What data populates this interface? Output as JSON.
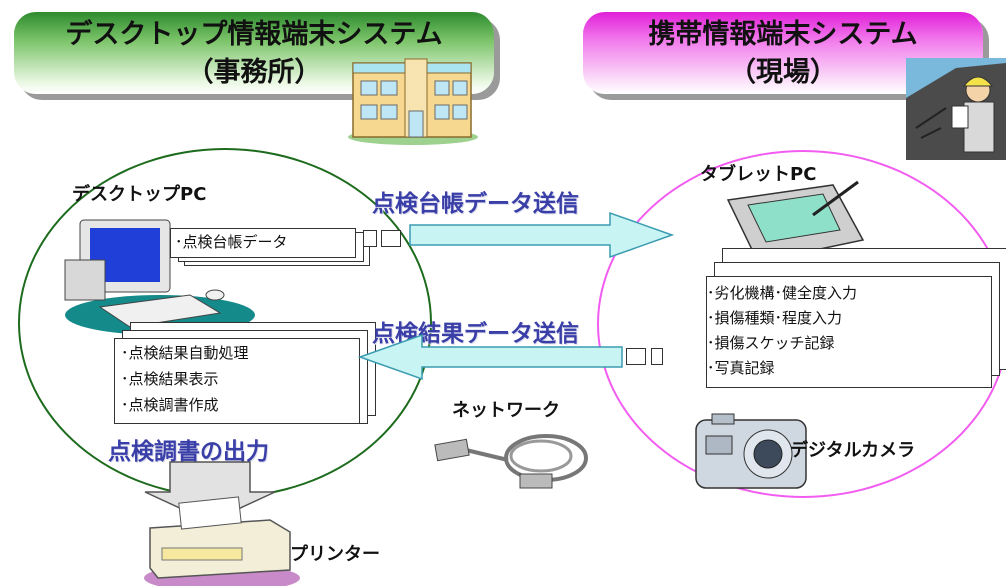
{
  "office": {
    "title": "デスクトップ情報端末システム",
    "subtitle": "（事務所）"
  },
  "field": {
    "title": "携帯情報端末システム",
    "subtitle": "（現場）"
  },
  "desktop": {
    "label": "デスクトップPC",
    "ledger_doc": "･点検台帳データ",
    "result_docs": [
      "･点検結果自動処理",
      "･点検結果表示",
      "･点検調書作成"
    ]
  },
  "tablet": {
    "label": "タブレットPC",
    "docs": [
      "･劣化機構･健全度入力",
      "･損傷種類･程度入力",
      "･損傷スケッチ記録",
      "･写真記録"
    ]
  },
  "flows": {
    "send_ledger": "点検台帳データ送信",
    "send_results": "点検結果データ送信",
    "output_report": "点検調書の出力"
  },
  "network_label": "ネットワーク",
  "camera_label": "デジタルカメラ",
  "printer_label": "プリンター",
  "colors": {
    "office_banner": "#2e8b2e",
    "field_banner": "#e020d8",
    "flow_text": "#3a3fa8",
    "arrow_fill": "#c8f4f4"
  }
}
